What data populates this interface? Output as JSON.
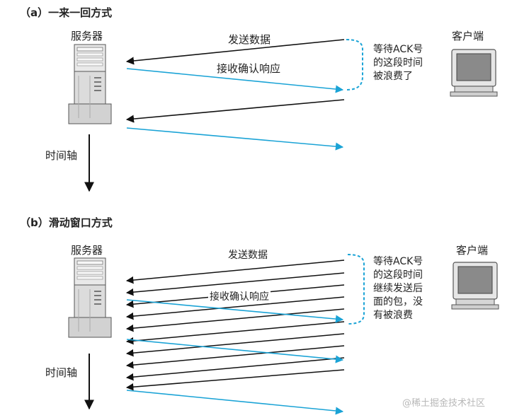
{
  "colors": {
    "send_arrow": "#111111",
    "ack_arrow": "#1aa3d6",
    "wait_bracket": "#1aa3d6",
    "server_body": "#dcdcdc",
    "monitor_frame": "#e6e6e6",
    "monitor_screen": "#8a8a8a"
  },
  "icons": {
    "server": "server-icon",
    "client": "client-monitor-icon"
  },
  "section_a": {
    "heading": "（a）一来一回方式",
    "server_label": "服务器",
    "client_label": "客户端",
    "time_axis_label": "时间轴",
    "send_label": "发送数据",
    "ack_label": "接收确认响应",
    "wait_note": "等待ACK号\n的这段时间\n被浪费了"
  },
  "section_b": {
    "heading": "（b）滑动窗口方式",
    "server_label": "服务器",
    "client_label": "客户端",
    "time_axis_label": "时间轴",
    "send_label": "发送数据",
    "ack_label": "接收确认响应",
    "wait_note": "等待ACK号\n的这段时间\n继续发送后\n面的包，没\n有被浪费"
  },
  "watermark": "@稀土掘金技术社区"
}
